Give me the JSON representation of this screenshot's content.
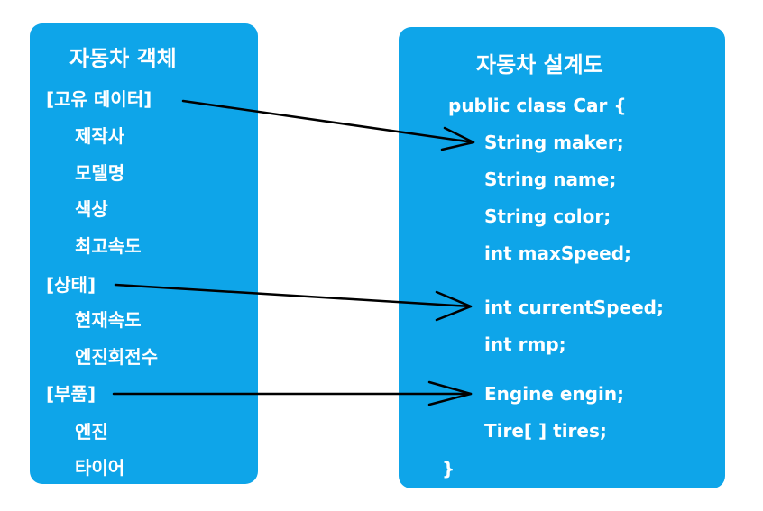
{
  "left": {
    "title": "자동차 객체",
    "groups": [
      {
        "header": "[고유 데이터]",
        "items": [
          "제작사",
          "모델명",
          "색상",
          "최고속도"
        ]
      },
      {
        "header": "[상태]",
        "items": [
          "현재속도",
          "엔진회전수"
        ]
      },
      {
        "header": "[부품]",
        "items": [
          "엔진",
          "타이어"
        ]
      }
    ]
  },
  "right": {
    "title": "자동차 설계도",
    "class_open": "public class Car {",
    "fields": [
      "String maker;",
      "String name;",
      "String color;",
      "int maxSpeed;",
      "int currentSpeed;",
      "int rmp;",
      "Engine engin;",
      "Tire[ ] tires;"
    ],
    "class_close": "}"
  },
  "colors": {
    "panel": "#0ea5e9",
    "text": "#ffffff",
    "arrow": "#000000"
  }
}
